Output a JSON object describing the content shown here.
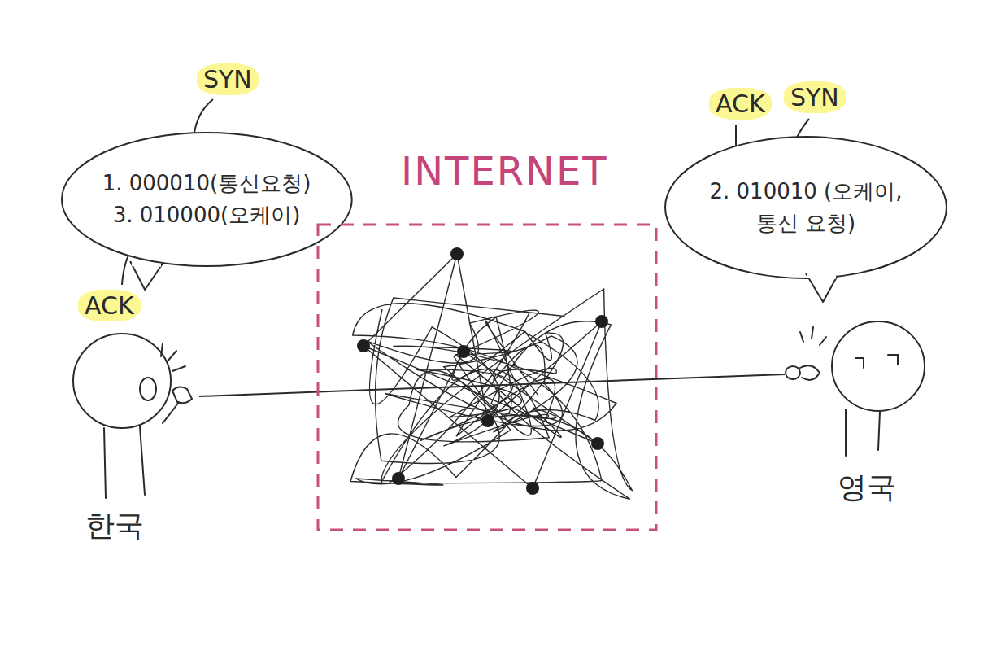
{
  "diagram": {
    "nodes": [
      {
        "text": [
          "1. 000010(통신요청)",
          "3. 010000(오케이)"
        ]
      },
      {
        "text": [
          "INTERNET"
        ]
      },
      {
        "text": [
          "2. 010010 (오케이, 통신 요청)"
        ]
      }
    ],
    "labels": [
      "SYN",
      "ACK",
      "ACK",
      "SYN",
      "한국",
      "영국"
    ]
  }
}
